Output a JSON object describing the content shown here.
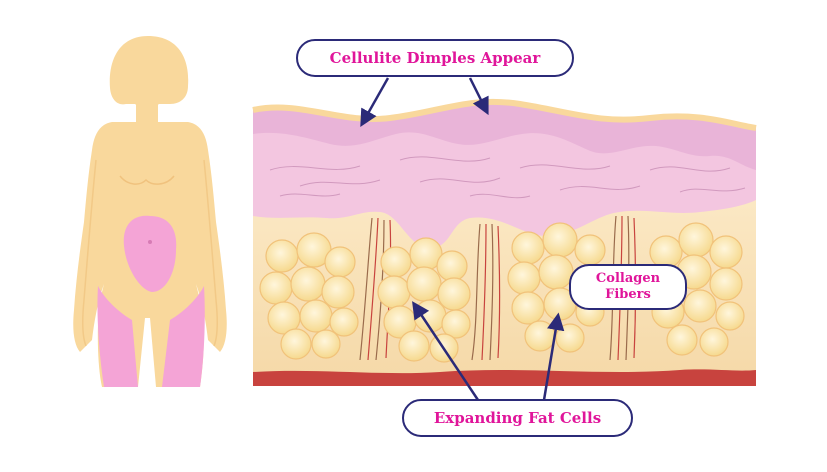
{
  "callouts": {
    "dimples": "Cellulite Dimples Appear",
    "collagen": "Collagen Fibers",
    "fat": "Expanding Fat Cells"
  },
  "colors": {
    "skin": "#f9d89c",
    "epidermis": "#f3c6e0",
    "dermis": "#e9b4d8",
    "highlight": "#f4a4d6",
    "fat_cell": "#f9e2a4",
    "muscle": "#c8433e",
    "outline": "#2b2a78",
    "label_text": "#e0159a"
  },
  "icons": [
    "body-silhouette",
    "skin-cross-section",
    "fat-cell",
    "collagen-fiber",
    "pointer-arrow"
  ]
}
